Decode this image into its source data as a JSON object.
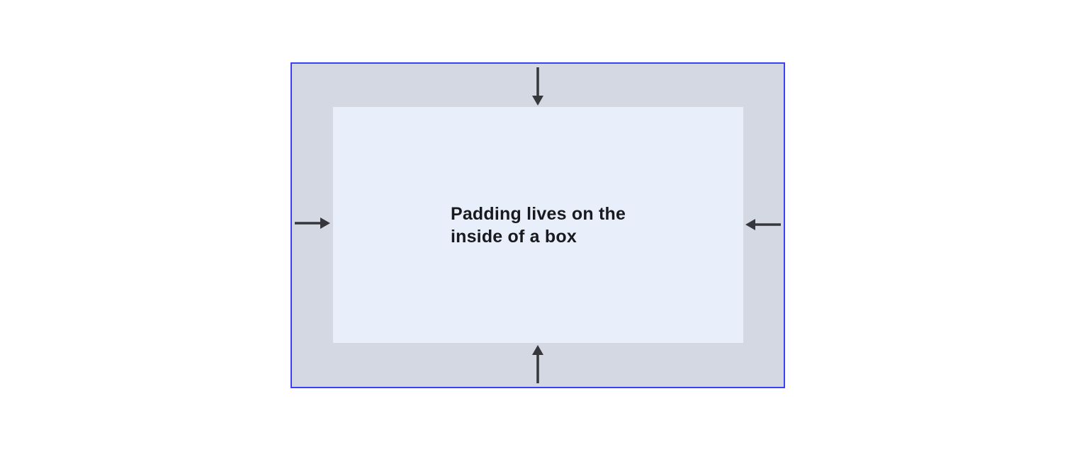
{
  "diagram": {
    "label": "Padding lives on the inside of a box",
    "label_lines": [
      "Padding lives on the",
      "inside of a box"
    ],
    "arrows": [
      {
        "side": "top",
        "points": "down"
      },
      {
        "side": "right",
        "points": "left"
      },
      {
        "side": "bottom",
        "points": "up"
      },
      {
        "side": "left",
        "points": "right"
      }
    ],
    "colors": {
      "background": "#ffffff",
      "border": "#3a41f0",
      "padding-area": "#d3d8e2",
      "content-box": "#e9eefb",
      "arrow": "#35373c",
      "label-text": "#191a1e"
    }
  }
}
